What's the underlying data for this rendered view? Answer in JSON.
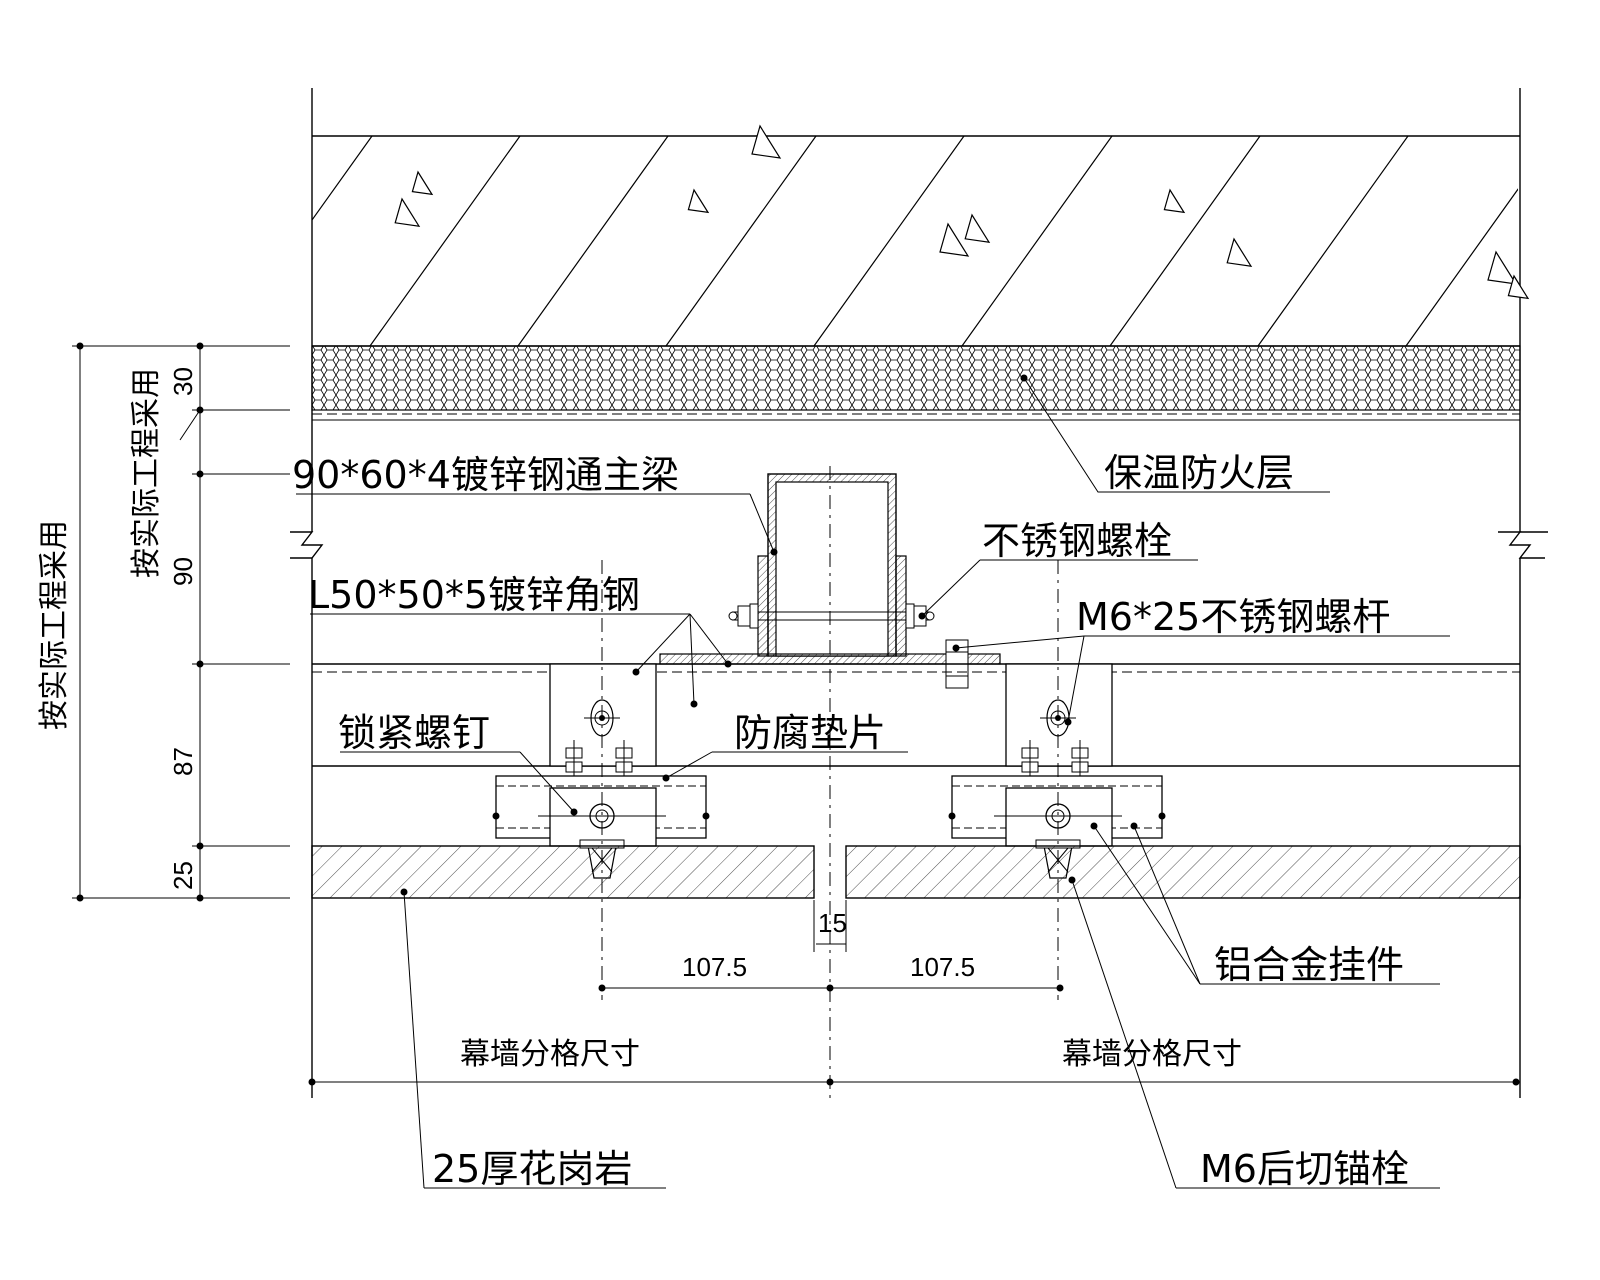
{
  "labels": {
    "insulation": "保温防火层",
    "main_beam": "90*60*4镀锌钢通主梁",
    "ss_bolt": "不锈钢螺栓",
    "angle_steel": "L50*50*5镀锌角钢",
    "m6_rod": "M6*25不锈钢螺杆",
    "lock_screw": "锁紧螺钉",
    "anti_corrosion_pad": "防腐垫片",
    "alu_hanger": "铝合金挂件",
    "granite": "25厚花岗岩",
    "m6_anchor": "M6后切锚栓"
  },
  "left_dims": {
    "outer": "按实际工程采用",
    "inner": "按实际工程采用",
    "d30": "30",
    "d90": "90",
    "d87": "87",
    "d25": "25"
  },
  "bottom_dims": {
    "gap": "15",
    "left_half": "107.5",
    "right_half": "107.5",
    "grid_left": "幕墙分格尺寸",
    "grid_right": "幕墙分格尺寸"
  },
  "colors": {
    "line": "#000000",
    "background": "#ffffff"
  }
}
